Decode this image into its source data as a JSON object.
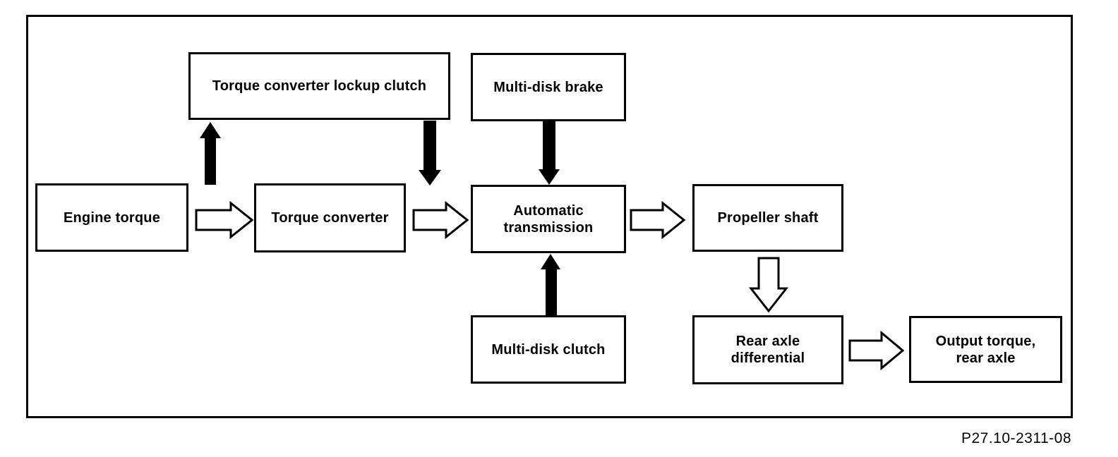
{
  "figure": {
    "code_label": "P27.10-2311-08",
    "colors": {
      "line": "#000000",
      "background": "#ffffff"
    },
    "boxes": {
      "engine_torque": "Engine torque",
      "torque_converter_lockup_clutch": "Torque converter lockup clutch",
      "torque_converter": "Torque converter",
      "multi_disk_brake": "Multi-disk brake",
      "automatic_transmission": "Automatic\ntransmission",
      "propeller_shaft": "Propeller shaft",
      "multi_disk_clutch": "Multi-disk clutch",
      "rear_axle_differential": "Rear axle\ndifferential",
      "output_torque_rear_axle": "Output torque,\nrear axle"
    },
    "connections": [
      {
        "from": "engine_torque",
        "to": "torque_converter",
        "style": "outline-block-arrow",
        "direction": "right"
      },
      {
        "from": "torque_converter",
        "to": "torque_converter_lockup_clutch",
        "style": "solid-arrow",
        "direction": "up"
      },
      {
        "from": "torque_converter_lockup_clutch",
        "to": "automatic_transmission",
        "style": "solid-arrow",
        "direction": "down"
      },
      {
        "from": "torque_converter",
        "to": "automatic_transmission",
        "style": "outline-block-arrow",
        "direction": "right"
      },
      {
        "from": "multi_disk_brake",
        "to": "automatic_transmission",
        "style": "solid-arrow",
        "direction": "down"
      },
      {
        "from": "multi_disk_clutch",
        "to": "automatic_transmission",
        "style": "solid-arrow",
        "direction": "up"
      },
      {
        "from": "automatic_transmission",
        "to": "propeller_shaft",
        "style": "outline-block-arrow",
        "direction": "right"
      },
      {
        "from": "propeller_shaft",
        "to": "rear_axle_differential",
        "style": "outline-block-arrow",
        "direction": "down"
      },
      {
        "from": "rear_axle_differential",
        "to": "output_torque_rear_axle",
        "style": "outline-block-arrow",
        "direction": "right"
      }
    ]
  }
}
